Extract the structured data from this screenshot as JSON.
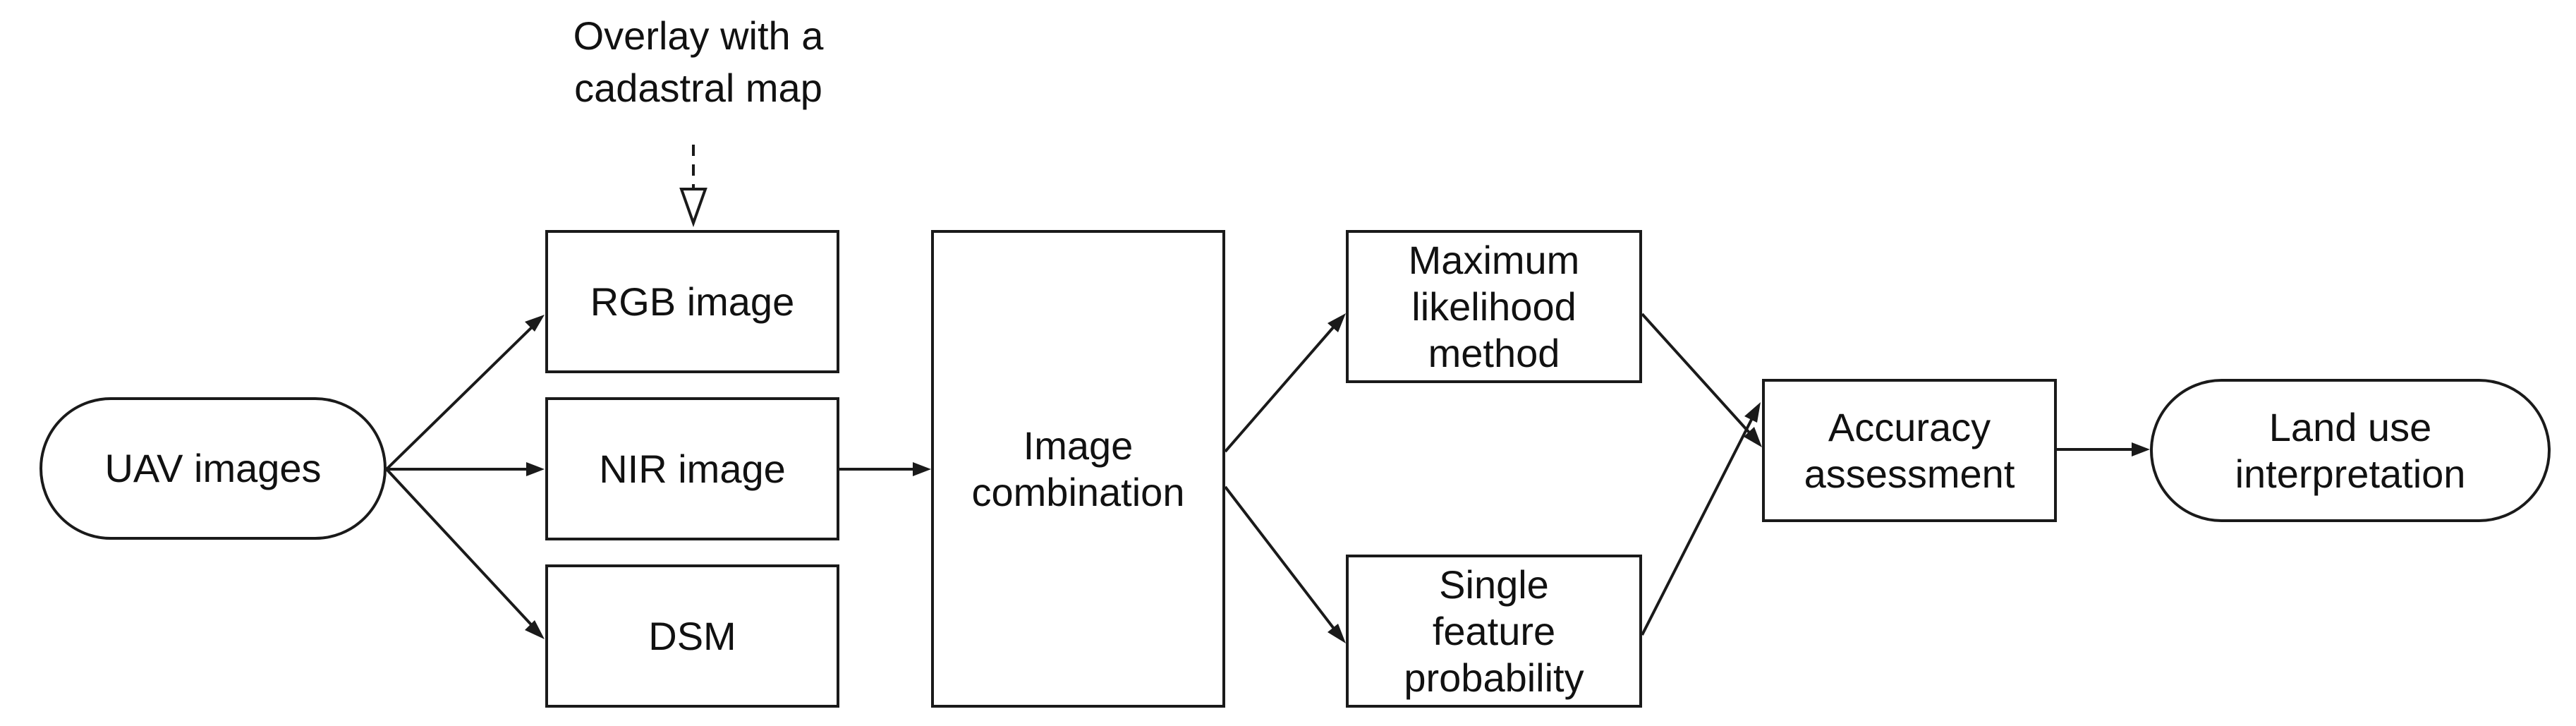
{
  "diagram": {
    "nodes": {
      "uav_images": "UAV images",
      "rgb_image": "RGB image",
      "nir_image": "NIR image",
      "dsm": "DSM",
      "image_combination": "Image\ncombination",
      "maximum_likelihood": "Maximum\nlikelihood\nmethod",
      "single_feature": "Single\nfeature\nprobability",
      "accuracy_assessment": "Accuracy\nassessment",
      "land_use": "Land use\ninterpretation"
    },
    "annotation": "Overlay with a\ncadastral map"
  }
}
